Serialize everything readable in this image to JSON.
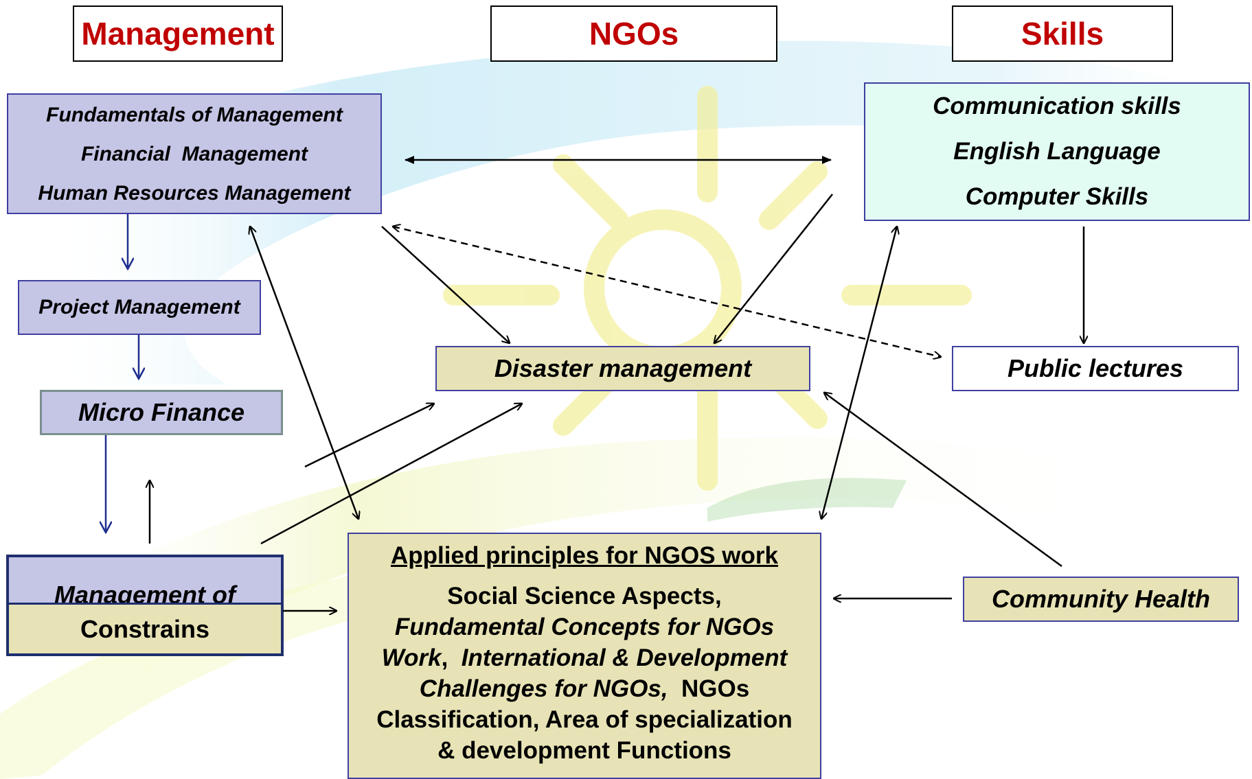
{
  "headers": {
    "management": "Management",
    "ngos": "NGOs",
    "skills": "Skills"
  },
  "management_box": {
    "line1": "Fundamentals of Management",
    "line2": "Financial  Management",
    "line3": "Human Resources Management"
  },
  "skills_box": {
    "line1": "Communication skills",
    "line2": "English Language",
    "line3": "Computer Skills"
  },
  "project_management": "Project Management",
  "micro_finance": "Micro Finance",
  "management_of": "Management of",
  "constrains": "Constrains",
  "disaster_management": "Disaster management",
  "public_lectures": "Public lectures",
  "community_health": "Community Health",
  "applied": {
    "title": "Applied principles for NGOS work",
    "p1": "Social Science Aspects,",
    "p2": "Fundamental Concepts for NGOs",
    "p3a": "Work",
    "p3b": ",  ",
    "p3c": "International & Development",
    "p4a": "Challenges for NGOs,",
    "p4b": "  NGOs",
    "p5": "Classification, Area of specialization",
    "p6": "& development Functions"
  },
  "colors": {
    "header_text": "#c00000",
    "lavender": "#c5c5e6",
    "aqua": "#e2fbf3",
    "tan": "#e7e3b6",
    "box_border": "#3f3fa0",
    "arrow_blue": "#1f2f8f"
  }
}
